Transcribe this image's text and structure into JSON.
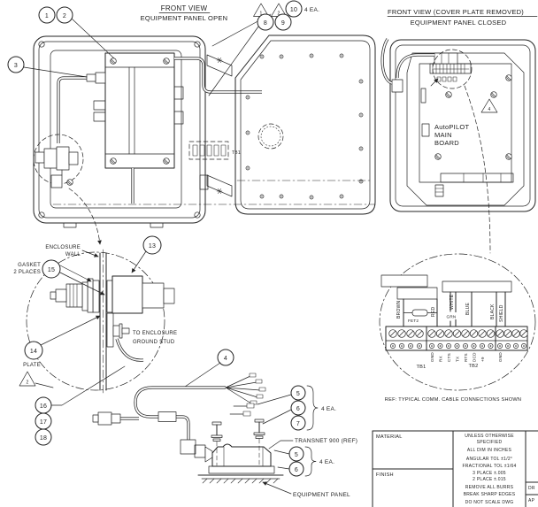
{
  "left_view": {
    "title_line1": "FRONT VIEW",
    "title_line2": "EQUIPMENT PANEL OPEN",
    "tb1_label": "TB1",
    "qty_note": "4 EA.",
    "callout_1": "1",
    "callout_2": "2",
    "callout_3": "3",
    "callout_8": "8",
    "callout_9": "9",
    "callout_10": "10",
    "flag_note_1": "1",
    "flag_note_2": "2"
  },
  "right_view": {
    "title_line1": "FRONT VIEW (COVER PLATE REMOVED)",
    "title_line2": "EQUIPMENT PANEL CLOSED",
    "board_name_line1": "AutoPILOT",
    "board_name_line2": "MAIN",
    "board_name_line3": "BOARD",
    "flag_note_4": "4"
  },
  "connector_detail": {
    "enclosure_wall_line1": "ENCLOSURE",
    "enclosure_wall_line2": "WALL",
    "gasket_line1": "GASKET",
    "gasket_line2": "2 PLACES",
    "ground_stud_line1": "TO ENCLOSURE",
    "ground_stud_line2": "GROUND STUD",
    "plate_label": "PLATE",
    "flag_note_2": "2",
    "callout_13": "13",
    "callout_14": "14",
    "callout_15": "15",
    "callout_16": "16",
    "callout_17": "17",
    "callout_18": "18"
  },
  "cable_assembly": {
    "callout_4": "4",
    "callout_5": "5",
    "callout_6": "6",
    "callout_7": "7",
    "group1_qty": "4 EA.",
    "transnet_label": "TRANSNET 900 (REF)",
    "group2_callout_5": "5",
    "group2_callout_6": "6",
    "group2_qty": "4 EA.",
    "equipment_panel_label": "EQUIPMENT PANEL"
  },
  "terminal_detail": {
    "wire_labels": [
      "BROWN",
      "RED",
      "WHITE",
      "GRN",
      "BLUE",
      "BLACK",
      "SHIELD"
    ],
    "component_label": "FET2",
    "terminal_labels": [
      "GND",
      "RX",
      "CTS",
      "TX",
      "RTS",
      "DCD",
      "+9",
      "GND"
    ],
    "tb1_label": "TB1",
    "tb2_label": "TB2",
    "ref_note": "REF: TYPICAL COMM. CABLE CONNECTIONS SHOWN"
  },
  "title_block": {
    "material_label": "MATERIAL",
    "finish_label": "FINISH",
    "spec_lines": [
      "UNLESS OTHERWISE",
      "SPECIFIED",
      "ALL DIM IN INCHES",
      "ANGULAR TOL ±1/2°",
      "FRACTIONAL TOL ±1/64",
      "3 PLACE ±.005",
      "2 PLACE ±.015",
      "REMOVE ALL BURRS",
      "BREAK SHARP EDGES",
      "DO NOT SCALE DWG"
    ],
    "approval_labels": [
      "DR",
      "AP"
    ]
  }
}
